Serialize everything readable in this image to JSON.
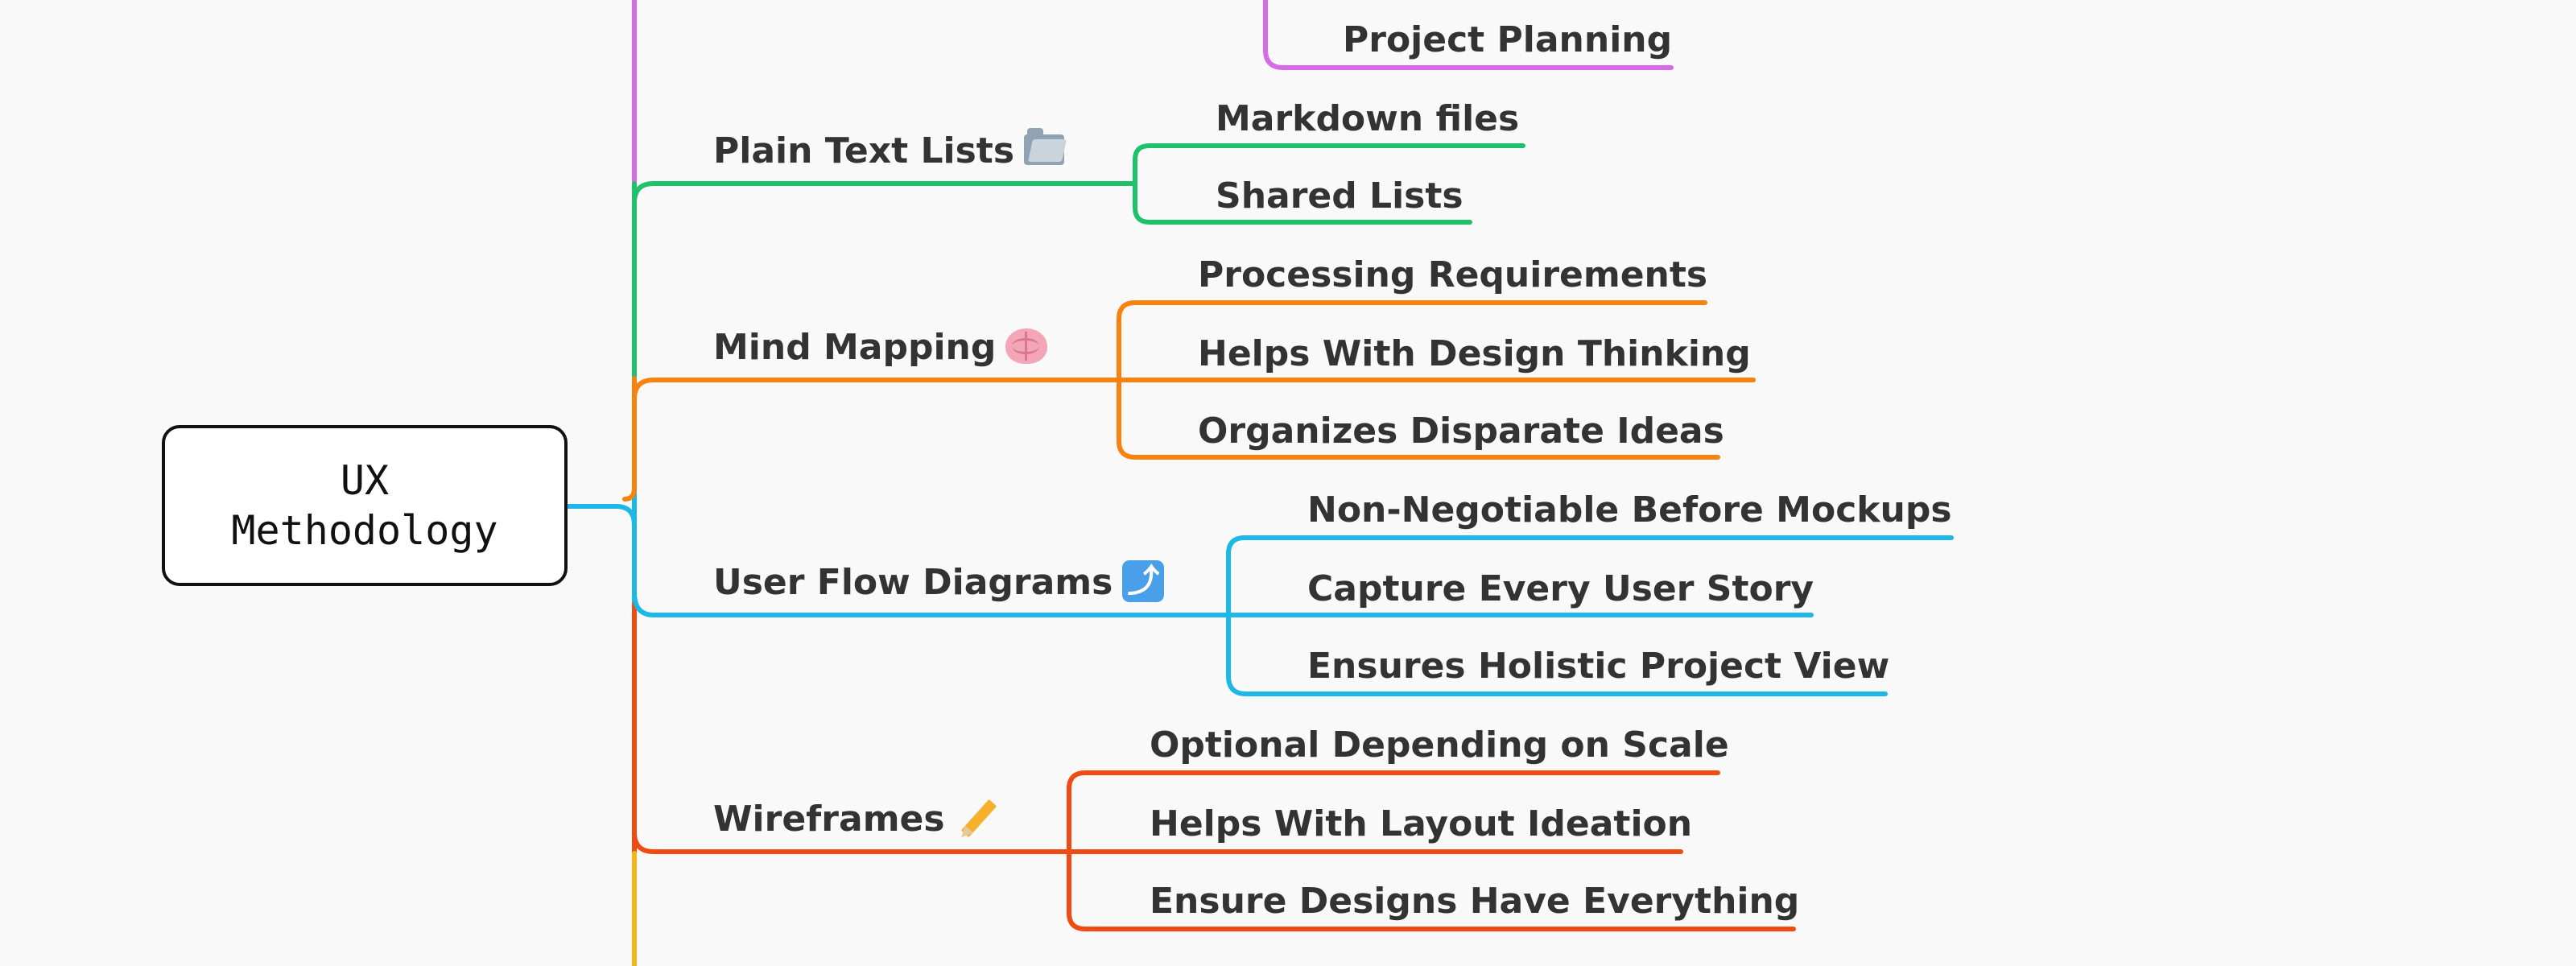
{
  "root": {
    "label": "UX\nMethodology"
  },
  "colors": {
    "purple": "#d66be8",
    "green": "#1fc16b",
    "orange": "#f5830e",
    "blue": "#1db8e8",
    "red": "#f04b12",
    "yellow": "#f7b517"
  },
  "branches": [
    {
      "id": "plain-text-lists",
      "label": "Plain Text Lists",
      "icon": "folder-icon",
      "color": "#1fc16b",
      "children": [
        "Markdown files",
        "Shared Lists"
      ]
    },
    {
      "id": "mind-mapping",
      "label": "Mind Mapping",
      "icon": "brain-icon",
      "color": "#f5830e",
      "children": [
        "Processing Requirements",
        "Helps With Design Thinking",
        "Organizes Disparate Ideas"
      ]
    },
    {
      "id": "user-flow-diagrams",
      "label": "User Flow Diagrams",
      "icon": "flow-arrow-icon",
      "color": "#1db8e8",
      "children": [
        "Non-Negotiable Before Mockups",
        "Capture Every User Story",
        "Ensures Holistic Project View"
      ]
    },
    {
      "id": "wireframes",
      "label": "Wireframes",
      "icon": "pencil-icon",
      "color": "#f04b12",
      "children": [
        "Optional Depending on Scale",
        "Helps With Layout Ideation",
        "Ensure Designs Have Everything"
      ]
    }
  ],
  "partial_top": {
    "label": "Project Planning",
    "color": "#d66be8"
  },
  "icons": {
    "flow_glyph": "⤴"
  }
}
